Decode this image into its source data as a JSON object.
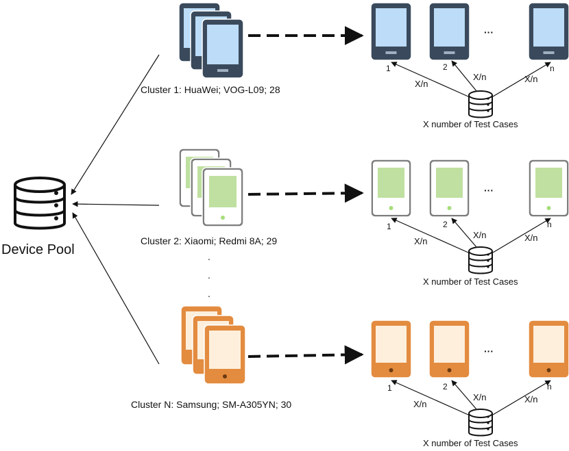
{
  "device_pool": {
    "label": "Device Pool"
  },
  "clusters": [
    {
      "label": "Cluster 1: HuaWei; VOG-L09; 28",
      "frame_color": "#3a4a5c",
      "screen_color": "#bcdcf7",
      "button_color": "#9fb0c0",
      "tablet_style": "dark"
    },
    {
      "label": "Cluster 2: Xiaomi; Redmi 8A; 29",
      "frame_color": "#7d7d7d",
      "screen_color": "#bfe0a0",
      "button_color": "#a7dd7a",
      "tablet_style": "light"
    },
    {
      "label": "Cluster N: Samsung; SM-A305YN; 30",
      "frame_color": "#e38b3f",
      "screen_color": "#fdefdc",
      "button_color": "#6b3a12",
      "tablet_style": "orange"
    }
  ],
  "ellipsis_dots": ".",
  "device_row_ellipsis": "···",
  "device_indices": [
    "1",
    "2",
    "n"
  ],
  "share_label": "X/n",
  "test_cases_label": "X number of Test Cases",
  "colors": {
    "line": "#111111",
    "db_fill": "#ffffff"
  }
}
